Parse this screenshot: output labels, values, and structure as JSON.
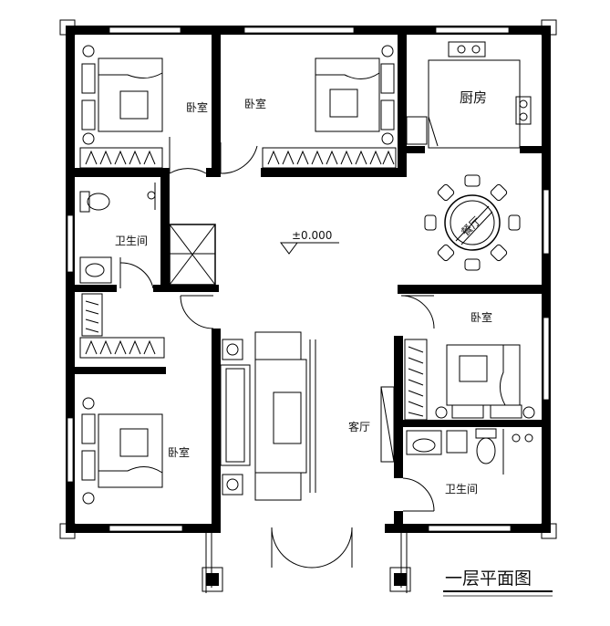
{
  "plan": {
    "title": "一层平面图",
    "elevation": "±0.000",
    "rooms": {
      "bedroom_top_left": "卧室",
      "bedroom_top_center": "卧室",
      "kitchen": "厨房",
      "dining": "餐厅",
      "bathroom_left": "卫生间",
      "bedroom_right": "卧室",
      "bedroom_bottom_left": "卧室",
      "living_room": "客厅",
      "bathroom_right": "卫生间"
    }
  }
}
